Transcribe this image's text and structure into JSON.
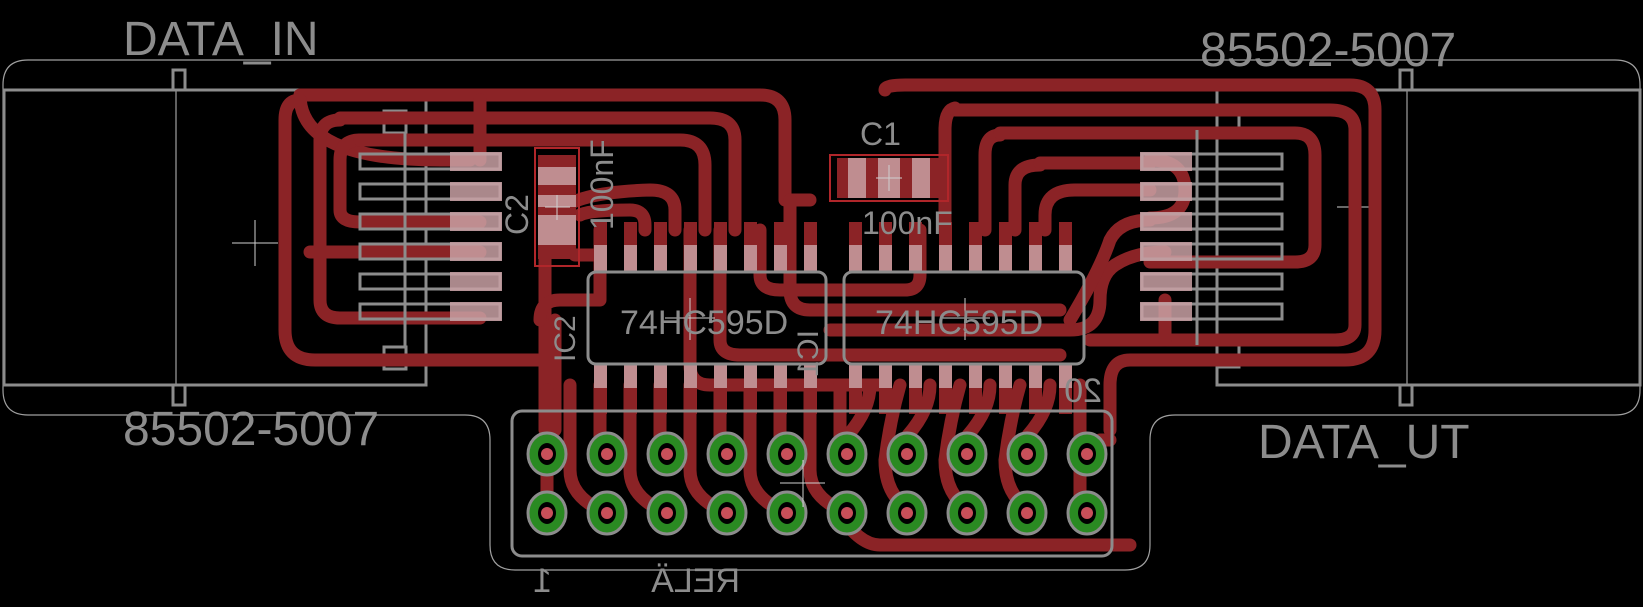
{
  "app": {
    "title": "PCB Board Layout"
  },
  "colors": {
    "background": "#000000",
    "copper": "#8b2326",
    "silkscreen": "#8c8c8c",
    "via_ring": "#2a8a22",
    "pad_highlight": "#c8a0a3"
  },
  "labels": {
    "conn_left_name": "DATA_IN",
    "conn_left_value": "85502-5007",
    "conn_right_name": "DATA_UT",
    "conn_right_value": "85502-5007",
    "cap1_name": "C1",
    "cap1_value": "100nF",
    "cap2_name": "C2",
    "cap2_value": "100nF",
    "ic1_value": "74HC595D",
    "ic2_value": "74HC595D",
    "ic2_name": "IC2",
    "ic1_name": "IC1",
    "header_name": "RELÄ",
    "header_pin1": "1",
    "header_pin20": "20"
  },
  "components": [
    {
      "ref": "DATA_IN",
      "value": "85502-5007",
      "type": "connector"
    },
    {
      "ref": "DATA_UT",
      "value": "85502-5007",
      "type": "connector"
    },
    {
      "ref": "C1",
      "value": "100nF",
      "type": "capacitor"
    },
    {
      "ref": "C2",
      "value": "100nF",
      "type": "capacitor"
    },
    {
      "ref": "IC1",
      "value": "74HC595D",
      "type": "ic"
    },
    {
      "ref": "IC2",
      "value": "74HC595D",
      "type": "ic"
    },
    {
      "ref": "RELÄ",
      "value": "2x10 header",
      "type": "header",
      "pins": 20
    }
  ]
}
